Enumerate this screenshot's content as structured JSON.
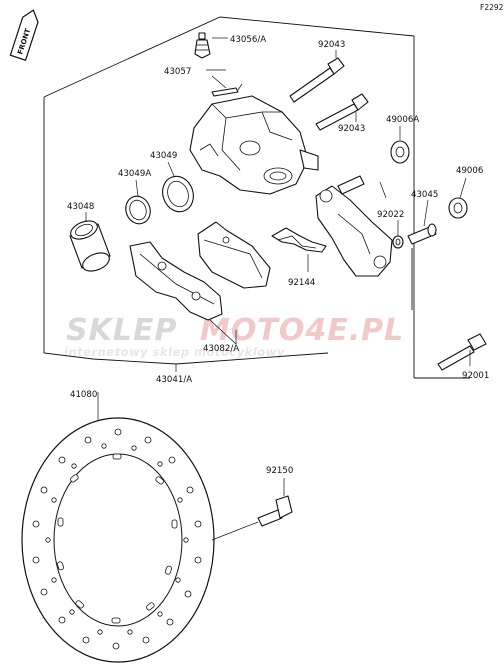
{
  "diagram_code": "F2292",
  "direction_badge": "FRONT",
  "watermark": {
    "brand_left": "SKLEP",
    "brand_right": "MOTO4E.PL",
    "tagline": "internetowy sklep motocyklowy",
    "colors": {
      "left": "#d8d8d8",
      "right": "#f2c9c9"
    }
  },
  "parts": {
    "p43056A": "43056/A",
    "p43057": "43057",
    "p92043a": "92043",
    "p92043b": "92043",
    "p49006A": "49006A",
    "p43049": "43049",
    "p43049A": "43049A",
    "p49006": "49006",
    "p43048": "43048",
    "p43045": "43045",
    "p92022": "92022",
    "p92144": "92144",
    "p43082A": "43082/A",
    "p43041A": "43041/A",
    "p92001": "92001",
    "p41080": "41080",
    "p92150": "92150"
  }
}
